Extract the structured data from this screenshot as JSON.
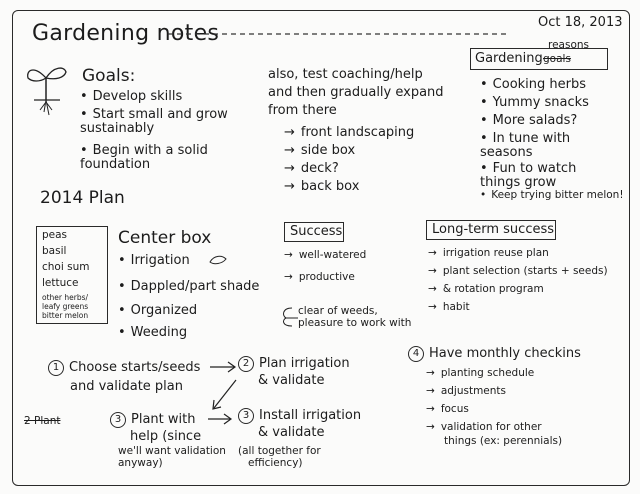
{
  "title": "Gardening notes",
  "date": "Oct 18, 2013",
  "goals": {
    "heading": "Goals:",
    "items": [
      "Develop skills",
      "Start small and grow sustainably",
      "Begin with a solid foundation"
    ]
  },
  "also": {
    "lines": [
      "also, test coaching/help",
      "and then gradually expand",
      "from there"
    ],
    "items": [
      "front landscaping",
      "side box",
      "deck?",
      "back box"
    ]
  },
  "reasons": {
    "heading_prefix": "Gardening",
    "heading_crossed": "goals",
    "heading_reasons": "reasons",
    "items": [
      "Cooking herbs",
      "Yummy snacks",
      "More salads?",
      "In tune with seasons",
      "Fun to watch things grow",
      "Keep trying bitter melon!"
    ]
  },
  "plan": {
    "heading": "2014  Plan",
    "plants": [
      "peas",
      "basil",
      "choi sum",
      "lettuce",
      "other herbs/",
      "leafy greens",
      "bitter melon"
    ],
    "center_box": {
      "heading": "Center box",
      "items": [
        "Irrigation",
        "Dappled/part shade",
        "Organized",
        "Weeding"
      ]
    },
    "success": {
      "heading": "Success",
      "items": [
        "well-watered",
        "productive",
        "clear of weeds,",
        "pleasure to work with"
      ]
    },
    "long_term": {
      "heading": "Long-term success",
      "items": [
        "irrigation reuse plan",
        "plant selection (starts + seeds)",
        "& rotation program",
        "habit"
      ]
    }
  },
  "steps": [
    {
      "num": "1",
      "text": "Choose starts/seeds",
      "text2": "and validate plan"
    },
    {
      "num": "2",
      "text": "Plan irrigation",
      "text2": "& validate"
    },
    {
      "num": "2",
      "prefix": "2 Plant",
      "alt": "3",
      "text": "Plant with",
      "text2": "help (since",
      "text3": "we'll want validation",
      "text4": "anyway)"
    },
    {
      "num": "3",
      "text": "Install irrigation",
      "text2": "& validate",
      "text3": "(all together for",
      "text4": "efficiency)"
    },
    {
      "num": "4",
      "text": "Have monthly checkins",
      "items": [
        "planting schedule",
        "adjustments",
        "focus",
        "validation for other",
        "things (ex: perennials)"
      ]
    }
  ]
}
